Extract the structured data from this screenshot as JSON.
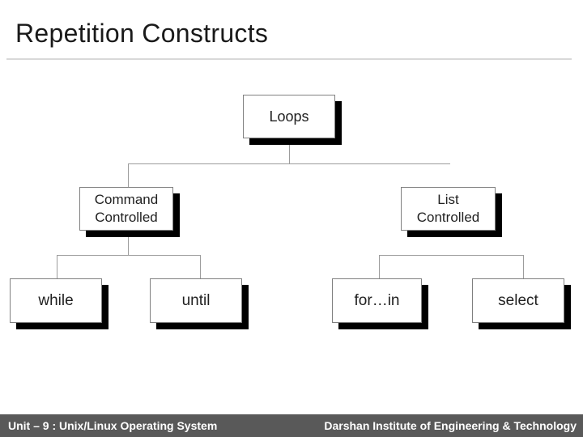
{
  "title": "Repetition Constructs",
  "diagram": {
    "description": "Tree of shell repetition constructs",
    "nodes": [
      {
        "id": "loops",
        "label": "Loops"
      },
      {
        "id": "command-controlled",
        "label": "Command Controlled"
      },
      {
        "id": "list-controlled",
        "label": "List Controlled"
      },
      {
        "id": "while",
        "label": "while"
      },
      {
        "id": "until",
        "label": "until"
      },
      {
        "id": "for-in",
        "label": "for…in"
      },
      {
        "id": "select",
        "label": "select"
      }
    ],
    "edges": [
      {
        "from": "loops",
        "to": "command-controlled"
      },
      {
        "from": "loops",
        "to": "list-controlled"
      },
      {
        "from": "command-controlled",
        "to": "while"
      },
      {
        "from": "command-controlled",
        "to": "until"
      },
      {
        "from": "list-controlled",
        "to": "for-in"
      },
      {
        "from": "list-controlled",
        "to": "select"
      }
    ]
  },
  "footer": {
    "left": "Unit – 9 : Unix/Linux Operating System",
    "right": "Darshan Institute of Engineering & Technology"
  },
  "colors": {
    "title_text": "#1a1a1a",
    "title_divider": "#d9d9d9",
    "box_border": "#808080",
    "box_shadow": "#000000",
    "box_text": "#212121",
    "connector": "#9c9c9c",
    "footer_bg": "#595959",
    "footer_text": "#ffffff"
  }
}
